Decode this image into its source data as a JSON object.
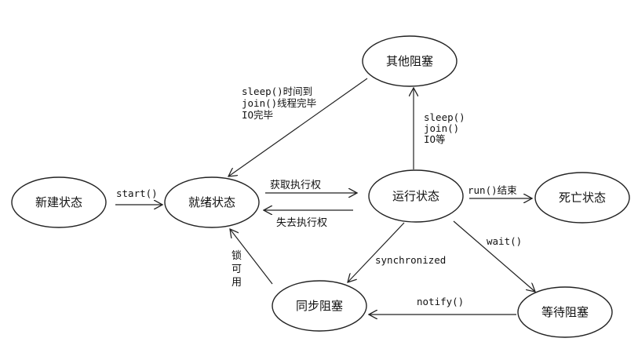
{
  "states": {
    "new": "新建状态",
    "ready": "就绪状态",
    "running": "运行状态",
    "dead": "死亡状态",
    "other_blocked": "其他阻塞",
    "sync_blocked": "同步阻塞",
    "wait_blocked": "等待阻塞"
  },
  "transitions": {
    "start": "start()",
    "get_cpu": "获取执行权",
    "lose_cpu": "失去执行权",
    "run_end": "run()结束",
    "to_other": [
      "sleep()",
      "join()",
      "IO等"
    ],
    "other_to_ready": [
      "sleep()时间到",
      "join()线程完毕",
      "IO完毕"
    ],
    "synchronized": "synchronized",
    "wait": "wait()",
    "notify": "notify()",
    "lock_available": [
      "锁",
      "可",
      "用"
    ]
  }
}
